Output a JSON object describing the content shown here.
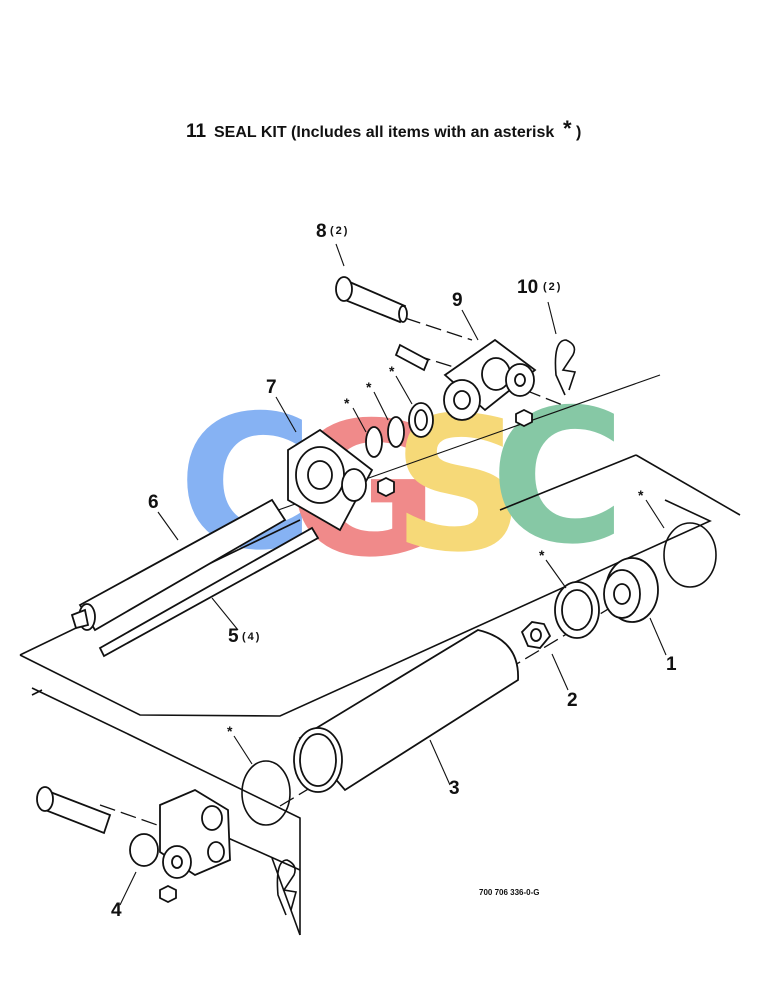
{
  "title": {
    "item_number": "11",
    "text": "SEAL KIT (Includes all items with an asterisk",
    "asterisk": "*",
    "close_paren": ")"
  },
  "watermark": {
    "letters": [
      "C",
      "G",
      "S",
      "C"
    ],
    "colors": [
      "#7aaaf2",
      "#ef7e7e",
      "#f6d56a",
      "#79c39c"
    ]
  },
  "callouts": [
    {
      "id": "1",
      "label": "1"
    },
    {
      "id": "2",
      "label": "2"
    },
    {
      "id": "3",
      "label": "3"
    },
    {
      "id": "4",
      "label": "4"
    },
    {
      "id": "5",
      "label": "5",
      "qty": "(4)"
    },
    {
      "id": "6",
      "label": "6"
    },
    {
      "id": "7",
      "label": "7"
    },
    {
      "id": "8",
      "label": "8",
      "qty": "(2)"
    },
    {
      "id": "9",
      "label": "9"
    },
    {
      "id": "10",
      "label": "10",
      "qty": "(2)"
    }
  ],
  "seal_marker": "*",
  "part_code": "700 706 336-0-G"
}
